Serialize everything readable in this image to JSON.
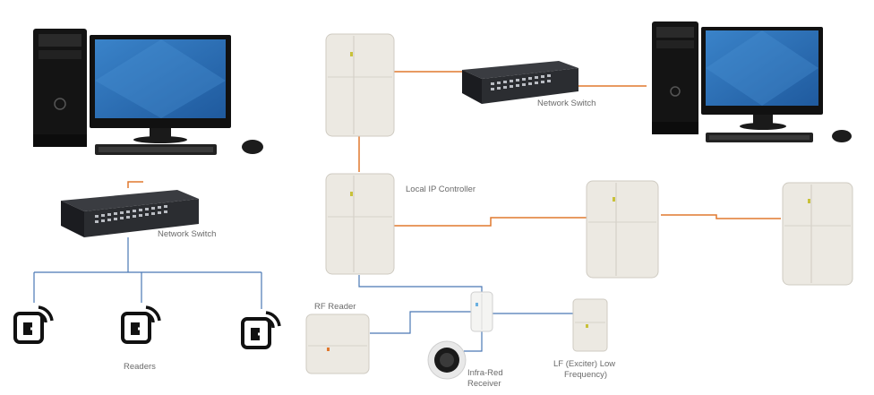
{
  "labels": {
    "network_switch_left": "Network Switch",
    "network_switch_top": "Network Switch",
    "local_ip_controller": "Local IP Controller",
    "rf_reader": "RF Reader",
    "readers": "Readers",
    "infra_red_receiver_line1": "Infra-Red",
    "infra_red_receiver_line2": "Receiver",
    "lf_exciter_line1": "LF (Exciter) Low",
    "lf_exciter_line2": "Frequency)"
  },
  "colors": {
    "ethernet_link": "#e0782e",
    "rs485_link": "#4a78b5",
    "controller_body": "#ece9e2",
    "monitor_screen": "#2d6fb6",
    "switch_body": "#2b2d31",
    "reader_icon": "#111111"
  },
  "icons": {
    "reader": "rfid-reader-icon",
    "workstation": "desktop-computer-icon",
    "switch": "network-switch-icon",
    "controller": "ip-controller-icon"
  }
}
